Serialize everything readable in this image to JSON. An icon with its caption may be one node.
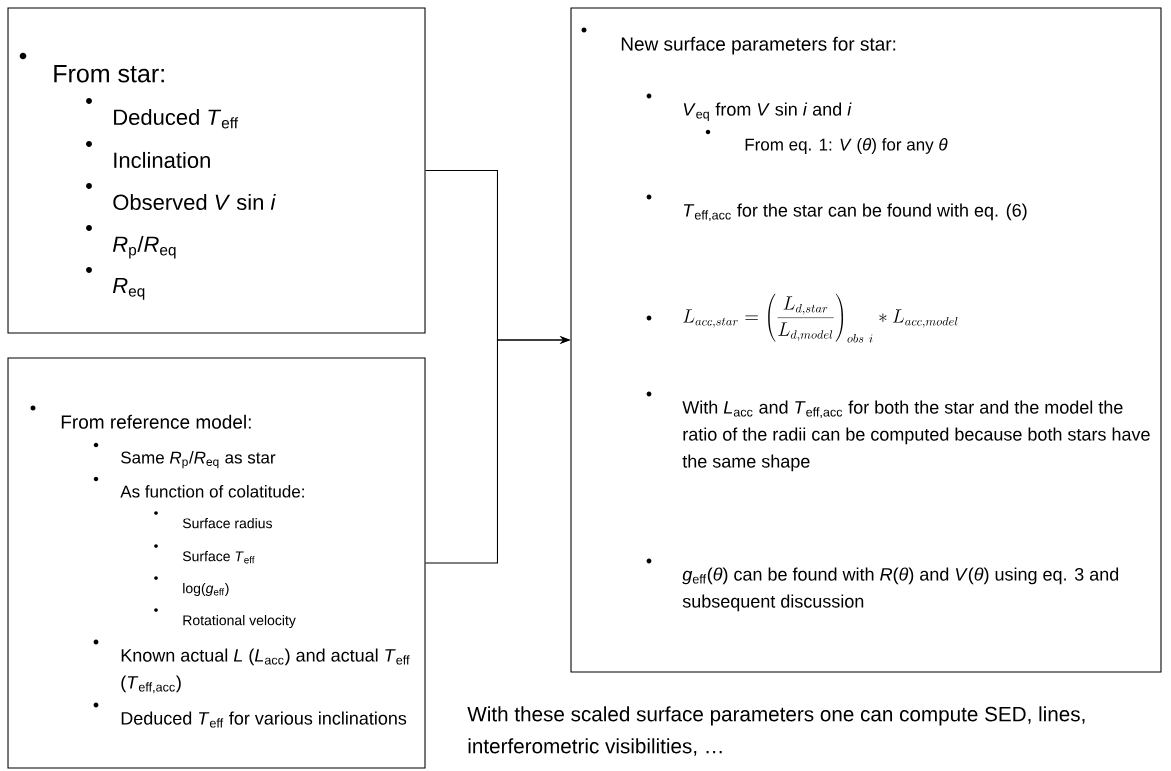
{
  "diagram": {
    "nodes": [
      {
        "text": [
          "From star:",
          "Deduced *T*$_{eff}$",
          "Inclination",
          "Observed *V* sin *i*",
          "*R*$_{p}$/*R*$_{eq}$",
          "*R*$_{eq}$"
        ]
      },
      {
        "text": [
          "From reference  model:",
          "Same *R*$_{p}$/*R*$_{eq}$ as star",
          "As function of colatitude:",
          "Surface radius",
          "Surface *T*$_{eff}$",
          "log(*g*$_{eff}$)",
          "Rotational velocity",
          "Known actual *L* (*L*$_{acc}$) and actual *T*$_{eff}$ (*T*$_{eff,acc}$)",
          "Deduced *T*$_{eff}$ for various inclinations"
        ]
      },
      {
        "text": [
          "New surface parameters for star:",
          "*V*$_{eq}$ from *V* sin *i* and *i*",
          "From eq. 1: *V* (*θ*) for any *θ*",
          "*T*$_{eff,acc}$ for the star can be found with eq. (6)",
          "L_{acc,star} = \\left(\\frac{L_{d,star}}{L_{d,model}}\\right)_{obs\\ i} * L_{acc,model}",
          "With *L*$_{acc}$ and *T*$_{eff,acc}$ for both the star and the model the ratio of the radii can be computed because both stars have the same shape",
          "*g*$_{eff}$(*θ*) can be found with *R*(*θ*) and *V*(*θ*) using eq. 3 and subsequent discussion"
        ]
      }
    ],
    "edges": [
      {
        "from": 0,
        "to": 2,
        "arrow": "to"
      },
      {
        "from": 1,
        "to": 2,
        "arrow": "to"
      }
    ],
    "labels": [
      "With these scaled surface parameters one can compute SED, lines, interferometric visibilities, …"
    ]
  }
}
